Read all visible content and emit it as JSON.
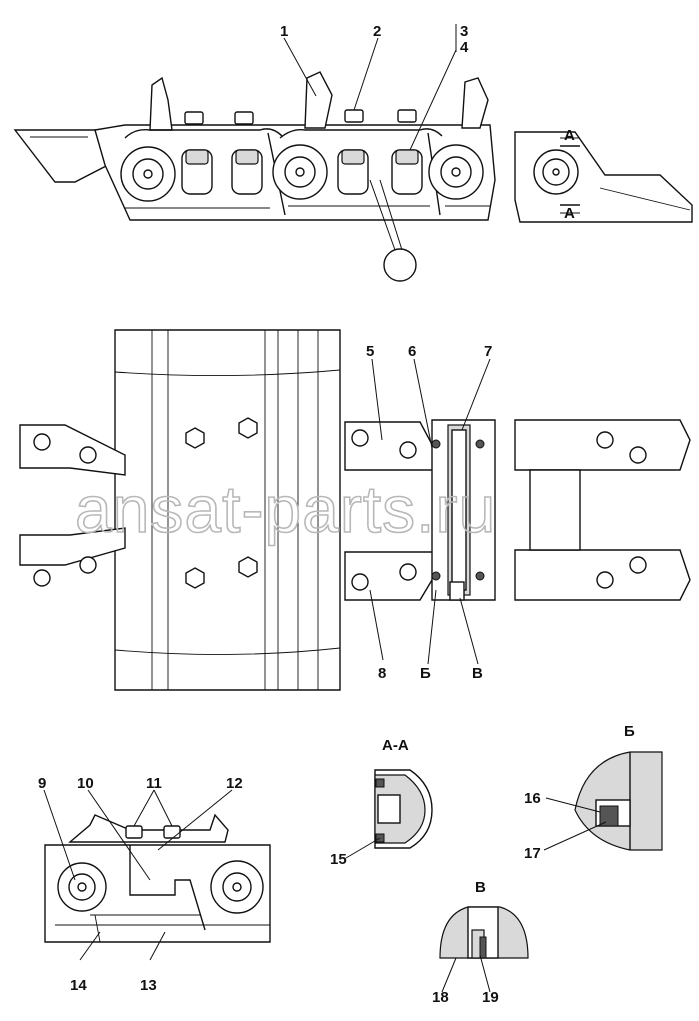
{
  "watermark": "ansat-parts.ru",
  "callouts": {
    "c1": "1",
    "c2": "2",
    "c3": "3",
    "c4": "4",
    "c5": "5",
    "c6": "6",
    "c7": "7",
    "c8": "8",
    "c9": "9",
    "c10": "10",
    "c11": "11",
    "c12": "12",
    "c13": "13",
    "c14": "14",
    "c15": "15",
    "c16": "16",
    "c17": "17",
    "c18": "18",
    "c19": "19"
  },
  "section_marks": {
    "A": "А",
    "B": "Б",
    "V": "В"
  },
  "section_titles": {
    "AA": "А-А",
    "B": "Б",
    "V": "В"
  }
}
